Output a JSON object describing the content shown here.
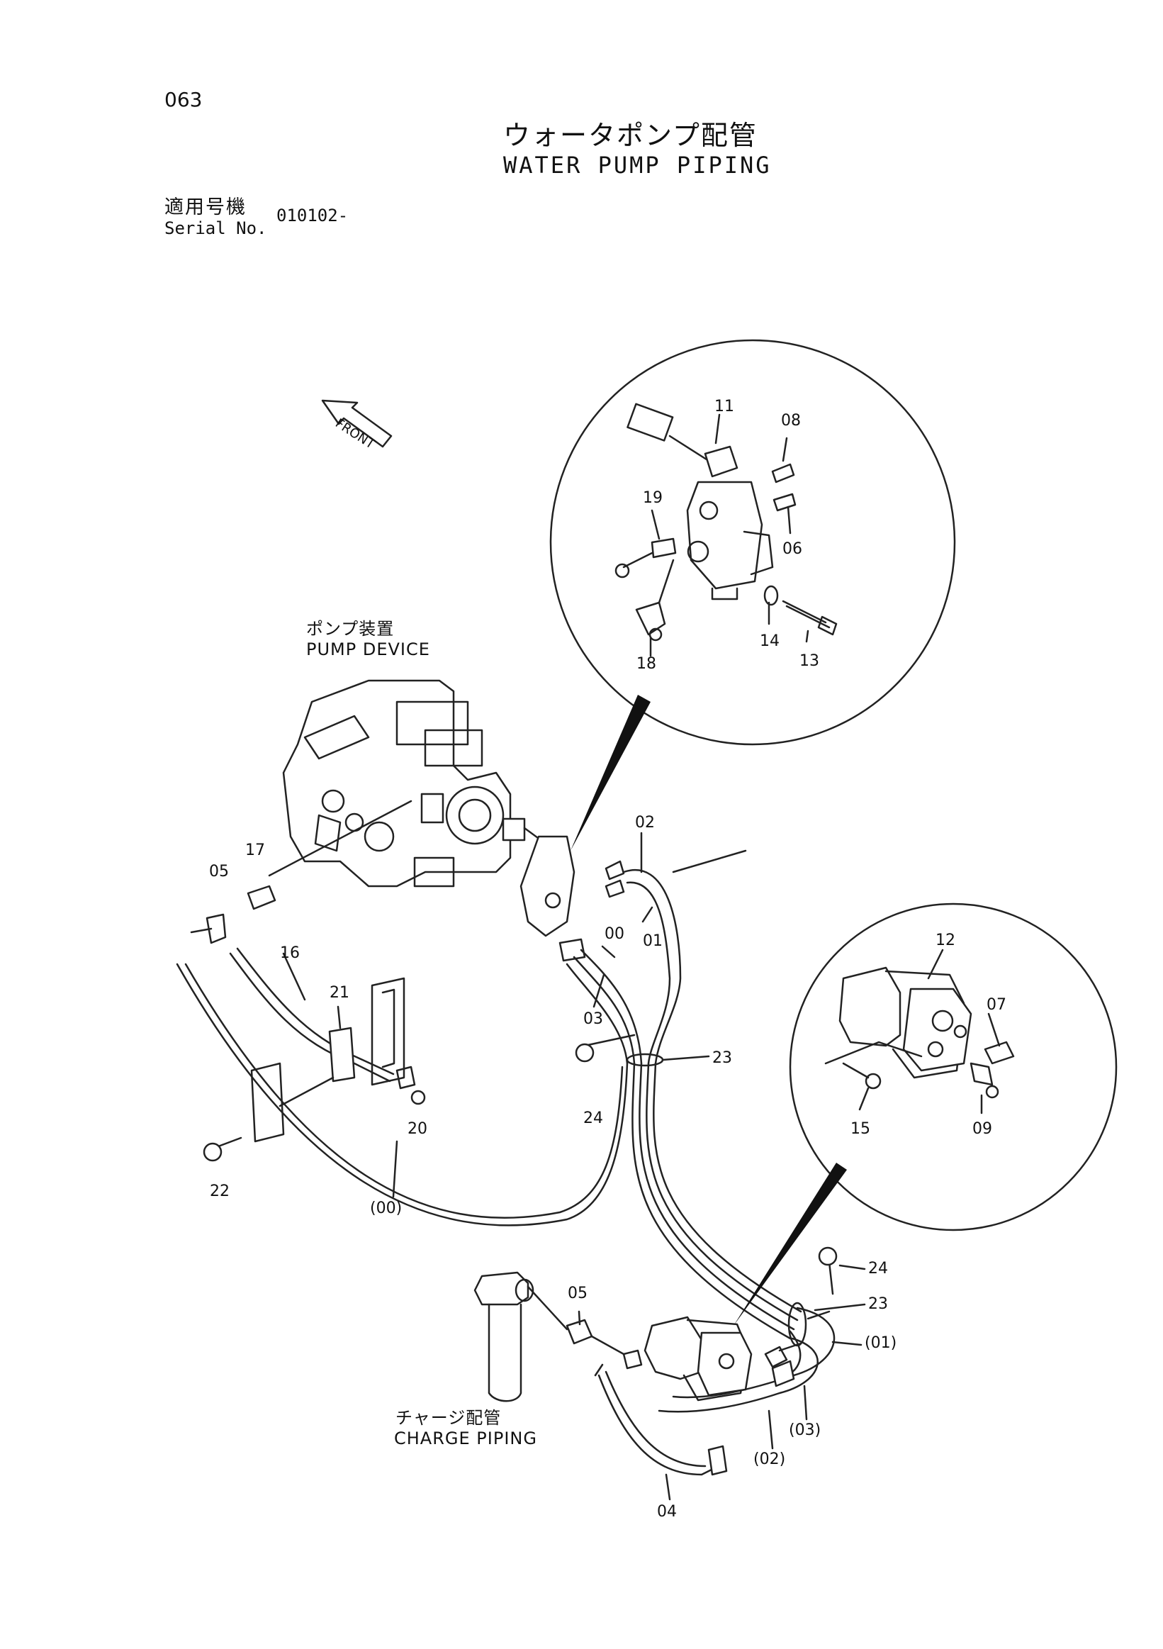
{
  "page_number": "063",
  "title": {
    "japanese": "ウォータポンプ配管",
    "english": "WATER PUMP PIPING"
  },
  "serial": {
    "label_japanese": "適用号機",
    "label_english": "Serial No.",
    "value": "010102-"
  },
  "front_label": "FRONT",
  "labels": {
    "pump_device_jp": "ポンプ装置",
    "pump_device_en": "PUMP DEVICE",
    "charge_piping_jp": "チャージ配管",
    "charge_piping_en": "CHARGE PIPING"
  },
  "callouts": {
    "c11": "11",
    "c08": "08",
    "c19": "19",
    "c06": "06",
    "c14": "14",
    "c13": "13",
    "c18": "18",
    "c02": "02",
    "c17": "17",
    "c05a": "05",
    "c00": "00",
    "c01": "01",
    "c16": "16",
    "c21": "21",
    "c03": "03",
    "c23a": "23",
    "c24a": "24",
    "c20": "20",
    "c22": "22",
    "c00p": "(00)",
    "c12": "12",
    "c07": "07",
    "c15": "15",
    "c09": "09",
    "c24b": "24",
    "c23b": "23",
    "c05b": "05",
    "c01p": "(01)",
    "c03p": "(03)",
    "c02p": "(02)",
    "c04": "04"
  }
}
